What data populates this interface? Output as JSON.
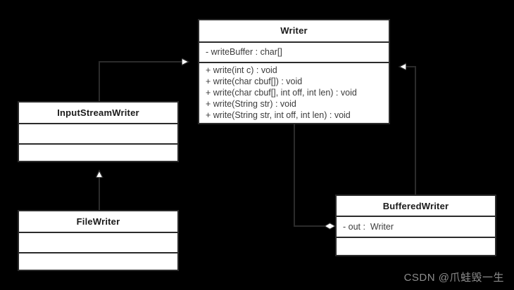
{
  "diagram": {
    "type": "uml-class-diagram",
    "background_color": "#000000",
    "box_fill": "#ffffff",
    "line_color": "#2b2b2b",
    "classes": [
      {
        "id": "writer",
        "name": "Writer",
        "attributes": [
          "- writeBuffer : char[]"
        ],
        "methods": [
          "+ write(int c) : void",
          "+ write(char cbuf[]) : void",
          "+ write(char cbuf[], int off, int len) : void",
          "+ write(String str) : void",
          "+ write(String str, int off, int len) : void"
        ]
      },
      {
        "id": "inputstreamwriter",
        "name": "InputStreamWriter",
        "attributes": [],
        "methods": []
      },
      {
        "id": "filewriter",
        "name": "FileWriter",
        "attributes": [],
        "methods": []
      },
      {
        "id": "bufferedwriter",
        "name": "BufferedWriter",
        "attributes": [
          "- out :  Writer"
        ],
        "methods": []
      }
    ],
    "relationships": [
      {
        "id": "isw-to-writer",
        "type": "generalization",
        "from": "InputStreamWriter",
        "to": "Writer"
      },
      {
        "id": "fw-to-isw",
        "type": "generalization",
        "from": "FileWriter",
        "to": "InputStreamWriter"
      },
      {
        "id": "bw-to-writer",
        "type": "generalization",
        "from": "BufferedWriter",
        "to": "Writer"
      },
      {
        "id": "bw-aggregates-writer",
        "type": "aggregation",
        "from": "BufferedWriter",
        "to": "Writer"
      }
    ]
  },
  "watermark": {
    "text": "CSDN @爪蛙毁一生"
  }
}
